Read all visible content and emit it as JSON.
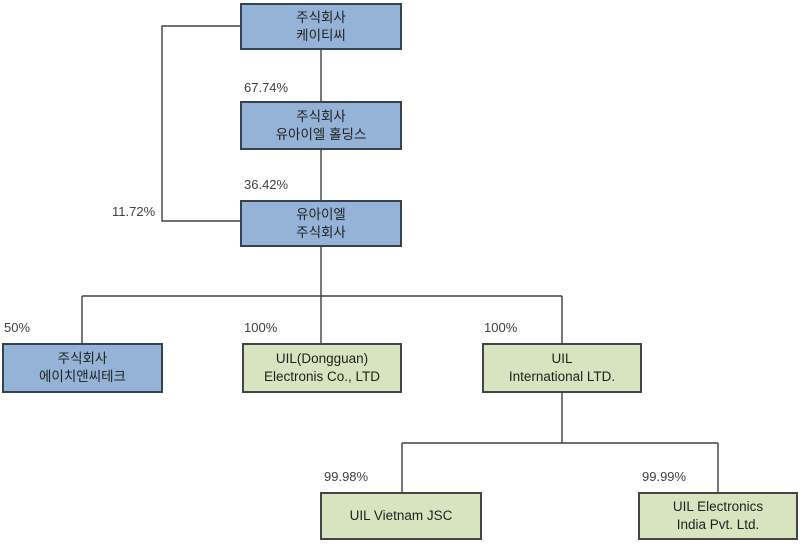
{
  "colors": {
    "blue_fill": "#95B3D7",
    "blue_border": "#37424F",
    "green_fill": "#D8E4C0",
    "green_border": "#454545",
    "line": "#404040",
    "pct_text": "#404040",
    "box_text": "#1f1f1f"
  },
  "chart": {
    "type": "org-ownership-diagram",
    "nodes": {
      "ktc": {
        "line1": "주식회사",
        "line2": "케이티씨",
        "style": "blue"
      },
      "holdings": {
        "line1": "주식회사",
        "line2": "유아이엘 홀딩스",
        "style": "blue"
      },
      "uil": {
        "line1": "유아이엘",
        "line2": "주식회사",
        "style": "blue"
      },
      "hnc": {
        "line1": "주식회사",
        "line2": "에이치앤씨테크",
        "style": "blue"
      },
      "dongguan": {
        "line1": "UIL(Dongguan)",
        "line2": "Electronis Co., LTD",
        "style": "green"
      },
      "intl": {
        "line1": "UIL",
        "line2": "International LTD.",
        "style": "green"
      },
      "vietnam": {
        "line1": "UIL Vietnam JSC",
        "line2": "",
        "style": "green"
      },
      "india": {
        "line1": "UIL Electronics",
        "line2": "India Pvt. Ltd.",
        "style": "green"
      }
    },
    "edges": [
      {
        "from": "ktc",
        "to": "holdings",
        "label": "67.74%"
      },
      {
        "from": "holdings",
        "to": "uil",
        "label": "36.42%"
      },
      {
        "from": "ktc",
        "to": "uil",
        "label": "11.72%"
      },
      {
        "from": "uil",
        "to": "hnc",
        "label": "50%"
      },
      {
        "from": "uil",
        "to": "dongguan",
        "label": "100%"
      },
      {
        "from": "uil",
        "to": "intl",
        "label": "100%"
      },
      {
        "from": "intl",
        "to": "vietnam",
        "label": "99.98%"
      },
      {
        "from": "intl",
        "to": "india",
        "label": "99.99%"
      }
    ]
  }
}
